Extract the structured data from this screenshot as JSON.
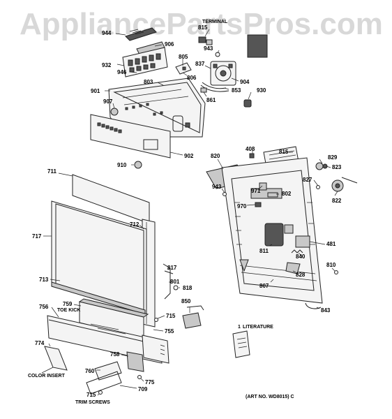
{
  "watermark": "AppliancePartsPros.com",
  "art_no": "(ART NO. WD8015) C",
  "notes": {
    "toe_kick": "TOE KICK",
    "literature": "LITERATURE",
    "literature_num": "1",
    "color_insert": "COLOR INSERT",
    "trim_screws": "TRIM SCREWS",
    "terminal": "TERMINAL"
  },
  "parts": {
    "p944": "944",
    "p906": "906",
    "p805": "805",
    "p943a": "943",
    "p837": "837",
    "p932": "932",
    "p946": "946",
    "p806": "806",
    "p803": "803",
    "p904": "904",
    "p901": "901",
    "p853": "853",
    "p930": "930",
    "p861": "861",
    "p907": "907",
    "p815a": "815",
    "p902": "902",
    "p910": "910",
    "p820": "820",
    "p408": "408",
    "p815": "815",
    "p829": "829",
    "p823": "823",
    "p711": "711",
    "p943b": "943",
    "p971": "971",
    "p802": "802",
    "p827": "827",
    "p822": "822",
    "p970": "970",
    "p717": "717",
    "p712": "712",
    "p811": "811",
    "p481": "481",
    "p840": "840",
    "p817": "817",
    "p810": "810",
    "p713": "713",
    "p801": "801",
    "p828": "828",
    "p818": "818",
    "p807": "807",
    "p850": "850",
    "p756": "756",
    "p759": "759",
    "p715a": "715",
    "p843": "843",
    "p755": "755",
    "p774": "774",
    "p758": "758",
    "p760": "760",
    "p775": "775",
    "p709": "709",
    "p715b": "715"
  }
}
